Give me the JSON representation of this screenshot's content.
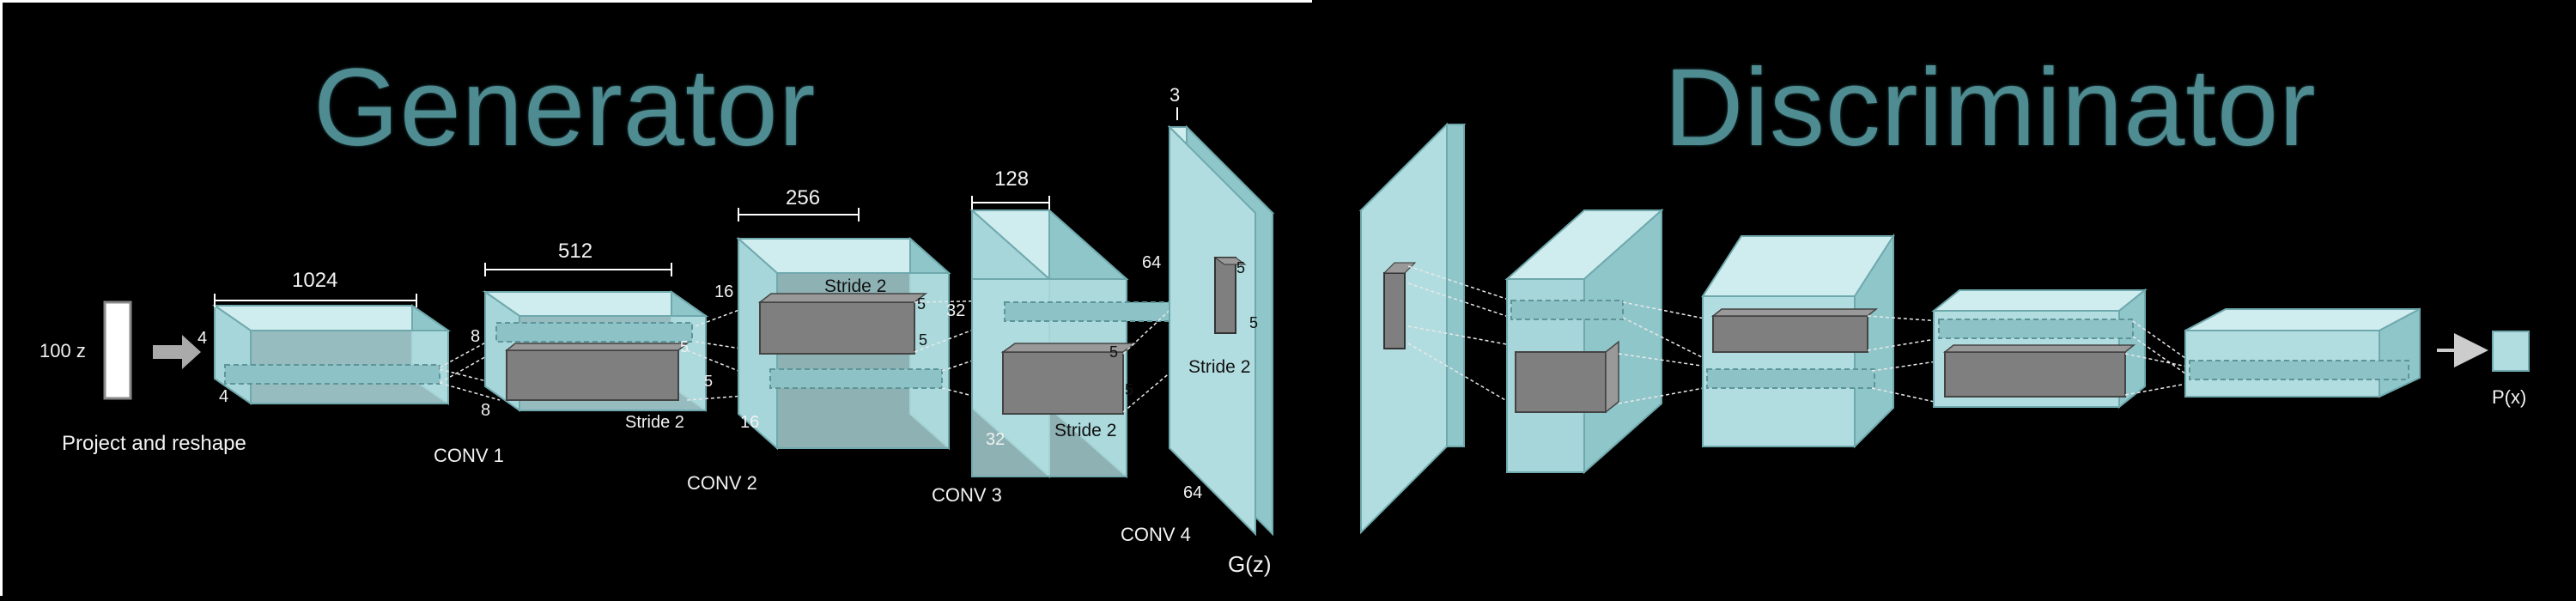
{
  "titles": {
    "generator": "Generator",
    "discriminator": "Discriminator"
  },
  "input": {
    "z_label": "100 z",
    "project_label": "Project and reshape"
  },
  "gen_blocks": [
    {
      "width_label": "1024",
      "side_a": "4",
      "side_b": "4",
      "conv_label": ""
    },
    {
      "width_label": "512",
      "side_a": "8",
      "side_b": "8",
      "stride": "Stride 2",
      "k1": "5",
      "k2": "5",
      "conv_label": "CONV 1"
    },
    {
      "width_label": "256",
      "side_a": "16",
      "side_b": "16",
      "stride": "Stride 2",
      "k1": "5",
      "k2": "5",
      "conv_label": "CONV 2"
    },
    {
      "width_label": "128",
      "side_a": "32",
      "side_b": "32",
      "stride": "Stride 2",
      "k1": "5",
      "k2": "5",
      "conv_label": "CONV 3"
    },
    {
      "width_label": "3",
      "side_a": "64",
      "side_b": "64",
      "stride": "Stride 2",
      "k1": "5",
      "k2": "5",
      "conv_label": "CONV 4"
    }
  ],
  "output_label": "G(z)",
  "disc_output_label": "P(x)",
  "colors": {
    "title": "#4e8c92",
    "volume_front": "#b2dde0",
    "volume_top": "#cfecee",
    "volume_side": "#8fc6ca",
    "kernel": "#7f7f7f"
  }
}
